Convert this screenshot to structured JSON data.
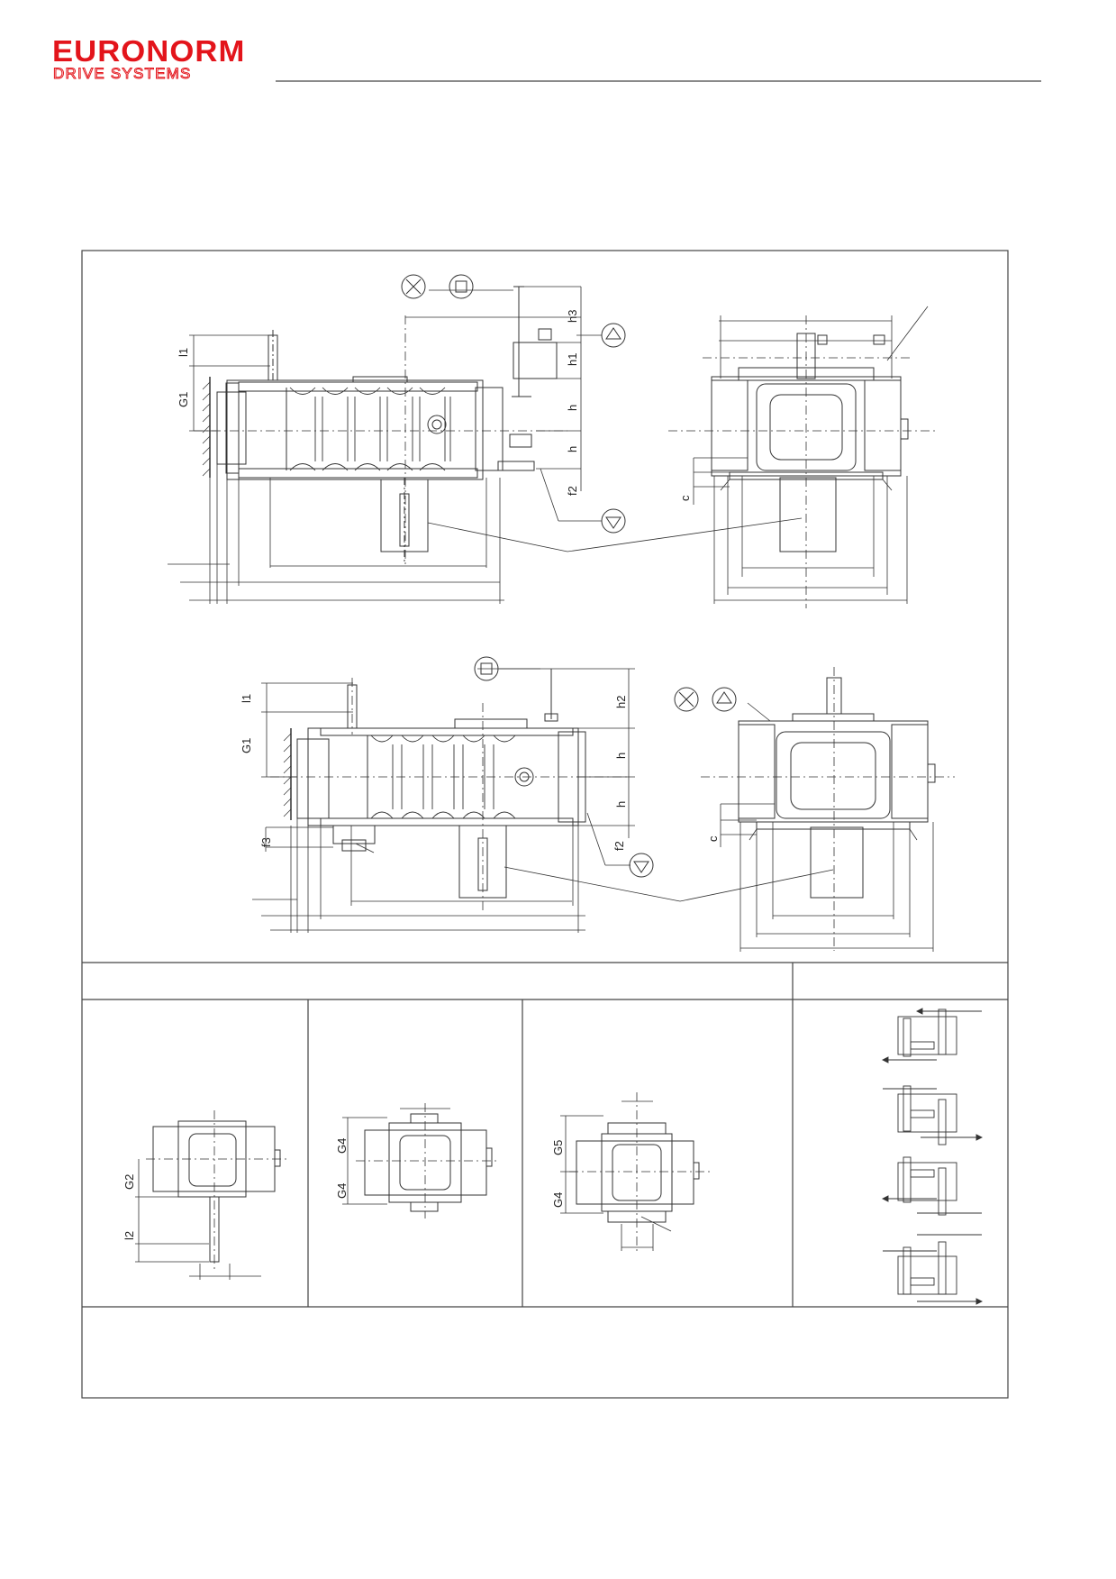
{
  "brand": {
    "line1": "EURONORM",
    "line2": "DRIVE SYSTEMS",
    "color": "#e3141b"
  },
  "labels": {
    "upper_left": {
      "l1": "l1",
      "G1": "G1",
      "h3": "h3",
      "h1": "h1",
      "h_a": "h",
      "h_b": "h",
      "f2": "f2"
    },
    "upper_right": {
      "c": "c"
    },
    "lower_left": {
      "l1": "l1",
      "G1": "G1",
      "h2": "h2",
      "h_a": "h",
      "h_b": "h",
      "f3": "f3",
      "f2": "f2"
    },
    "lower_right": {
      "c": "c"
    },
    "var1": {
      "G2": "G2",
      "l2": "l2"
    },
    "var2": {
      "G4a": "G4",
      "G4b": "G4"
    },
    "var3": {
      "G5": "G5",
      "G4": "G4"
    }
  },
  "icons": [
    "level-plug-icon",
    "oil-drain-icon",
    "breather-icon",
    "cross-mark-icon",
    "rotation-arrow-icon"
  ]
}
